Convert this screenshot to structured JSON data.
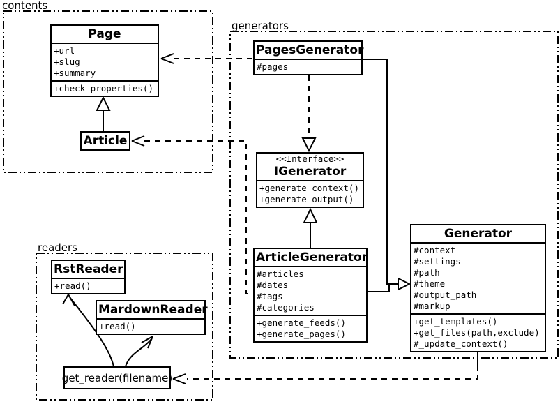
{
  "packages": {
    "contents": {
      "label": "contents"
    },
    "generators": {
      "label": "generators"
    },
    "readers": {
      "label": "readers"
    }
  },
  "classes": {
    "page": {
      "name": "Page",
      "attributes": [
        "+url",
        "+slug",
        "+summary"
      ],
      "methods": [
        "+check_properties()"
      ]
    },
    "article": {
      "name": "Article"
    },
    "pages_generator": {
      "name": "PagesGenerator",
      "attributes": [
        "#pages"
      ]
    },
    "igenerator": {
      "stereotype": "<<Interface>>",
      "name": "IGenerator",
      "methods": [
        "+generate_context()",
        "+generate_output()"
      ]
    },
    "article_generator": {
      "name": "ArticleGenerator",
      "attributes": [
        "#articles",
        "#dates",
        "#tags",
        "#categories"
      ],
      "methods": [
        "+generate_feeds()",
        "+generate_pages()"
      ]
    },
    "generator": {
      "name": "Generator",
      "attributes": [
        "#context",
        "#settings",
        "#path",
        "#theme",
        "#output_path",
        "#markup"
      ],
      "methods": [
        "+get_templates()",
        "+get_files(path,exclude)",
        "#_update_context()"
      ]
    },
    "rst_reader": {
      "name": "RstReader",
      "methods": [
        "+read()"
      ]
    },
    "mardown_reader": {
      "name": "MardownReader",
      "methods": [
        "+read()"
      ]
    },
    "get_reader": {
      "label": "get_reader(filename)"
    }
  },
  "relationships": [
    {
      "type": "generalization",
      "from": "Article",
      "to": "Page"
    },
    {
      "type": "realization",
      "from": "PagesGenerator",
      "to": "IGenerator"
    },
    {
      "type": "generalization",
      "from": "ArticleGenerator",
      "to": "IGenerator"
    },
    {
      "type": "generalization",
      "from": "PagesGenerator",
      "to": "Generator"
    },
    {
      "type": "generalization",
      "from": "ArticleGenerator",
      "to": "Generator"
    },
    {
      "type": "dependency",
      "from": "PagesGenerator",
      "to": "Page"
    },
    {
      "type": "dependency",
      "from": "ArticleGenerator",
      "to": "Article"
    },
    {
      "type": "dependency",
      "from": "Generator",
      "to": "get_reader(filename)"
    },
    {
      "type": "call",
      "from": "get_reader(filename)",
      "to": "RstReader"
    },
    {
      "type": "call",
      "from": "get_reader(filename)",
      "to": "MardownReader"
    }
  ],
  "colors": {
    "stroke": "#000000",
    "background": "#ffffff"
  }
}
